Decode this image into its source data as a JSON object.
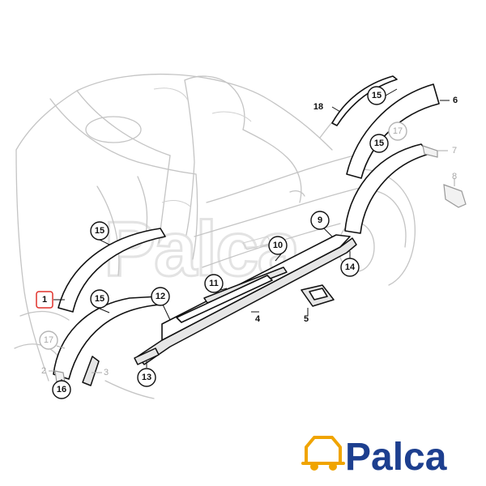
{
  "watermark": {
    "text": "Palca"
  },
  "logo": {
    "text": "Palca",
    "icon": "car-icon",
    "text_color": "#1d3f8f",
    "icon_color": "#f0a400"
  },
  "highlight_color": "#e0302a",
  "labels": {
    "p1": "1",
    "p2": "2",
    "p3": "3",
    "p4": "4",
    "p5": "5",
    "p6": "6",
    "p7": "7",
    "p8": "8",
    "p9": "9",
    "p10": "10",
    "p11": "11",
    "p12": "12",
    "p13": "13",
    "p14": "14",
    "p15": "15",
    "p16": "16",
    "p17": "17",
    "p18": "18"
  }
}
